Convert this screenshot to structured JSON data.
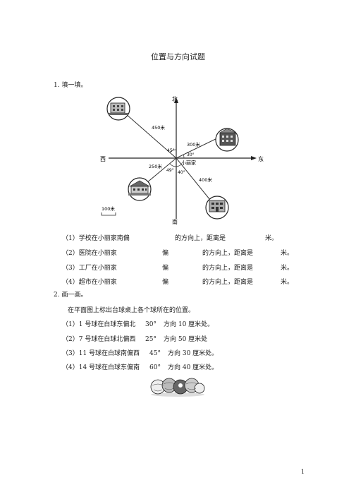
{
  "title": "位置与方向试题",
  "q1": {
    "label": "1. 填一填。",
    "diagram": {
      "north": "北",
      "south": "南",
      "west": "西",
      "east": "东",
      "home": "小丽家",
      "d450": "450米",
      "d300": "300米",
      "d250": "250米",
      "d400": "400米",
      "a45": "45°",
      "a30": "30°",
      "a49": "49°",
      "a40": "40°",
      "scale": "100米"
    },
    "lines": [
      {
        "a": "（1）学校在小丽家南偏",
        "b": "的方向上，距离是",
        "c": "米。"
      },
      {
        "a": "（2）医院在小丽家",
        "m": "偏",
        "b": "的方向上，距离是",
        "c": "米。"
      },
      {
        "a": "（3）工厂在小丽家",
        "m": "偏",
        "b": "的方向上，距离是",
        "c": "米。"
      },
      {
        "a": "（4）超市在小丽家",
        "m": "偏",
        "b": "的方向上，距离是",
        "c": "米。"
      }
    ]
  },
  "q2": {
    "label": "2. 画一画。",
    "intro": "在平面图上标出台球桌上各个球所在的位置。",
    "lines": [
      {
        "a": "（1）1 号球在白球东偏北",
        "v": "30°",
        "b": "方向 10 厘米处。"
      },
      {
        "a": "（2）7 号球在白球北偏西",
        "v": "25°",
        "b": "方向 50 厘米处"
      },
      {
        "a": "（3）11 号球在白球南偏西",
        "v": "45°",
        "b": "方向 30 厘米处。"
      },
      {
        "a": "（4）14 号球在白球东偏南",
        "v": "60°",
        "b": "方向 40 厘米处。"
      }
    ]
  },
  "page_number": "1"
}
